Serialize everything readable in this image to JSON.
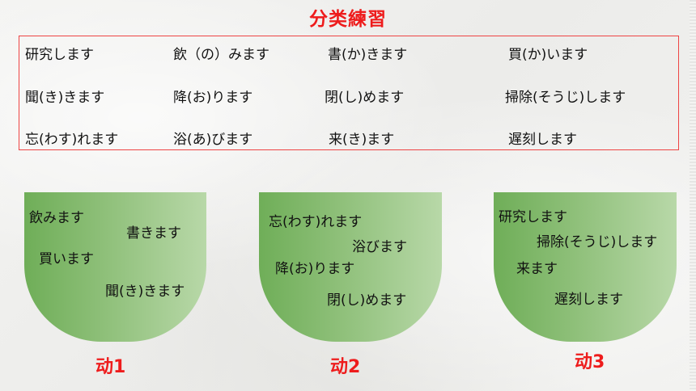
{
  "title": "分类練習",
  "words": [
    "研究します",
    "飲（の）みます",
    "書(か)きます",
    "買(か)います",
    "聞(き)きます",
    "降(お)ります",
    "閉(し)めます",
    "掃除(そうじ)します",
    "忘(わす)れます",
    "浴(あ)びます",
    "来(き)ます",
    "遅刻します"
  ],
  "groups": [
    {
      "label": "动1",
      "items": [
        "飲みます",
        "書きます",
        "買います",
        "聞(き)きます"
      ]
    },
    {
      "label": "动2",
      "items": [
        "忘(わす)れます",
        "浴びます",
        "降(お)ります",
        "閉(し)めます"
      ]
    },
    {
      "label": "动3",
      "items": [
        "研究します",
        "掃除(そうじ)します",
        "来ます",
        "遅刻します"
      ]
    }
  ],
  "colors": {
    "accent": "#ee1c1c",
    "bowl_green": "#8fc07a"
  }
}
